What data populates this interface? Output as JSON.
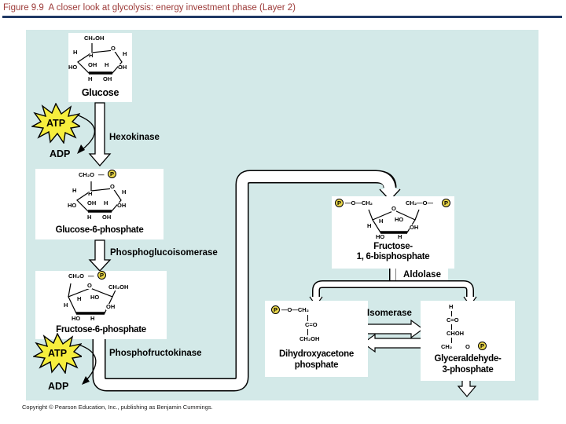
{
  "title": "Figure 9.9  A closer look at glycolysis: energy investment phase (Layer 2)",
  "copyright": "Copyright © Pearson Education, Inc., publishing as Benjamin Cummings.",
  "colors": {
    "panel_bg": "#d3e9e8",
    "title_red": "#9c3a38",
    "underline_navy": "#1f3864",
    "atp_yellow": "#f6ee3d",
    "phosphate_yellow": "#ead74b",
    "line_black": "#000000"
  },
  "phosphate_symbol": "P",
  "cofactors": {
    "atp1": "ATP",
    "adp1": "ADP",
    "atp2": "ATP",
    "adp2": "ADP"
  },
  "enzymes": {
    "hexokinase": "Hexokinase",
    "phosphoglucoisomerase": "Phosphoglucoisomerase",
    "phosphofructokinase": "Phosphofructokinase",
    "aldolase": "Aldolase",
    "isomerase": "Isomerase"
  },
  "molecules": {
    "glucose": {
      "name": "Glucose",
      "top_group": "CH₂OH",
      "ring_o": "O",
      "atoms": [
        "H",
        "H",
        "H",
        "OH",
        "H",
        "HO",
        "OH",
        "H",
        "OH"
      ]
    },
    "g6p": {
      "name": "Glucose-6-phosphate",
      "top_group": "CH₂O",
      "bond": "—",
      "ring_o": "O",
      "atoms": [
        "H",
        "H",
        "H",
        "OH",
        "H",
        "HO",
        "OH",
        "H",
        "OH"
      ]
    },
    "f6p": {
      "name": "Fructose-6-phosphate",
      "top_group": "CH₂O",
      "bond": "—",
      "ring_o": "O",
      "right_group": "CH₂OH",
      "atoms": [
        "H",
        "HO",
        "H",
        "OH",
        "HO",
        "H"
      ]
    },
    "f16bp": {
      "name_line1": "Fructose-",
      "name_line2": "1, 6-bisphosphate",
      "left_group": "—O—CH₂",
      "ring_o": "O",
      "right_group": "CH₂—O—",
      "atoms": [
        "H",
        "HO",
        "H",
        "OH",
        "HO",
        "H"
      ]
    },
    "dhap": {
      "name_line1": "Dihydroxyacetone",
      "name_line2": "phosphate",
      "row1": "—O—CH₂",
      "row2": "C=O",
      "row3": "CH₂OH"
    },
    "g3p": {
      "name_line1": "Glyceraldehyde-",
      "name_line2": "3-phosphate",
      "row1": "H",
      "row2": "C=O",
      "row3": "CHOH",
      "row4a": "CH₂",
      "row4b": "O"
    }
  }
}
